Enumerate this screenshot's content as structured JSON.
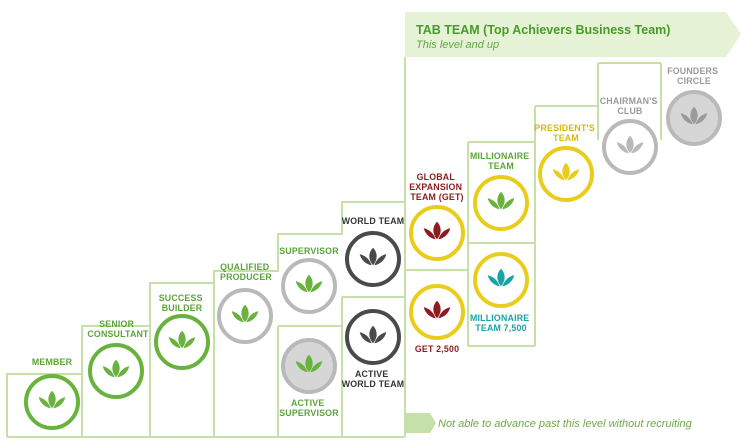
{
  "tab_banner": {
    "title": "TAB TEAM (Top Achievers Business Team)",
    "subtitle": "This level and up"
  },
  "footer_note": "Not able to advance past this level without recruiting",
  "colors": {
    "green": "#6ab23e",
    "label_green": "#5ca43a",
    "gray_ring": "#b9b9b9",
    "gray_fill": "#d6d6d6",
    "dark": "#4a4a4a",
    "maroon": "#8d1b1f",
    "gold": "#e9cd1c",
    "gold_label": "#d8b80a",
    "teal": "#1aa3a5",
    "staircase": "#c6e0a9",
    "banner_fill": "#e5f2d6",
    "banner_text": "#4a9a2a",
    "banner_sub": "#63a743",
    "footer_text": "#6ea84a"
  },
  "levels": {
    "member": "MEMBER",
    "senior_consultant": [
      "SENIOR",
      "CONSULTANT"
    ],
    "success_builder": [
      "SUCCESS",
      "BUILDER"
    ],
    "qualified_producer": [
      "QUALIFIED",
      "PRODUCER"
    ],
    "supervisor": "SUPERVISOR",
    "active_supervisor": [
      "ACTIVE",
      "SUPERVISOR"
    ],
    "world_team": "WORLD TEAM",
    "active_world_team": [
      "ACTIVE",
      "WORLD TEAM"
    ],
    "global_expansion_team": [
      "GLOBAL",
      "EXPANSION",
      "TEAM (GET)"
    ],
    "get_2500": "GET 2,500",
    "millionaire_team": [
      "MILLIONAIRE",
      "TEAM"
    ],
    "millionaire_team_7500": [
      "MILLIONAIRE",
      "TEAM 7,500"
    ],
    "presidents_team": [
      "PRESIDENT'S",
      "TEAM"
    ],
    "chairmans_club": [
      "CHAIRMAN'S",
      "CLUB"
    ],
    "founders_circle": [
      "FOUNDERS",
      "CIRCLE"
    ]
  },
  "badges": {
    "member": "herbalife-leaf-icon",
    "senior_consultant": "herbalife-leaf-icon",
    "success_builder": "herbalife-leaf-icon",
    "qualified_producer": "herbalife-leaf-icon",
    "supervisor": "herbalife-leaf-icon",
    "active_supervisor": "herbalife-leaf-icon",
    "world_team": "herbalife-leaf-icon",
    "active_world_team": "herbalife-leaf-icon",
    "global_expansion_team": "herbalife-leaf-icon",
    "get_2500": "herbalife-leaf-icon",
    "millionaire_team": "herbalife-leaf-icon",
    "millionaire_team_7500": "herbalife-leaf-icon",
    "presidents_team": "herbalife-leaf-icon",
    "chairmans_club": "herbalife-leaf-icon",
    "founders_circle": "herbalife-leaf-icon"
  }
}
